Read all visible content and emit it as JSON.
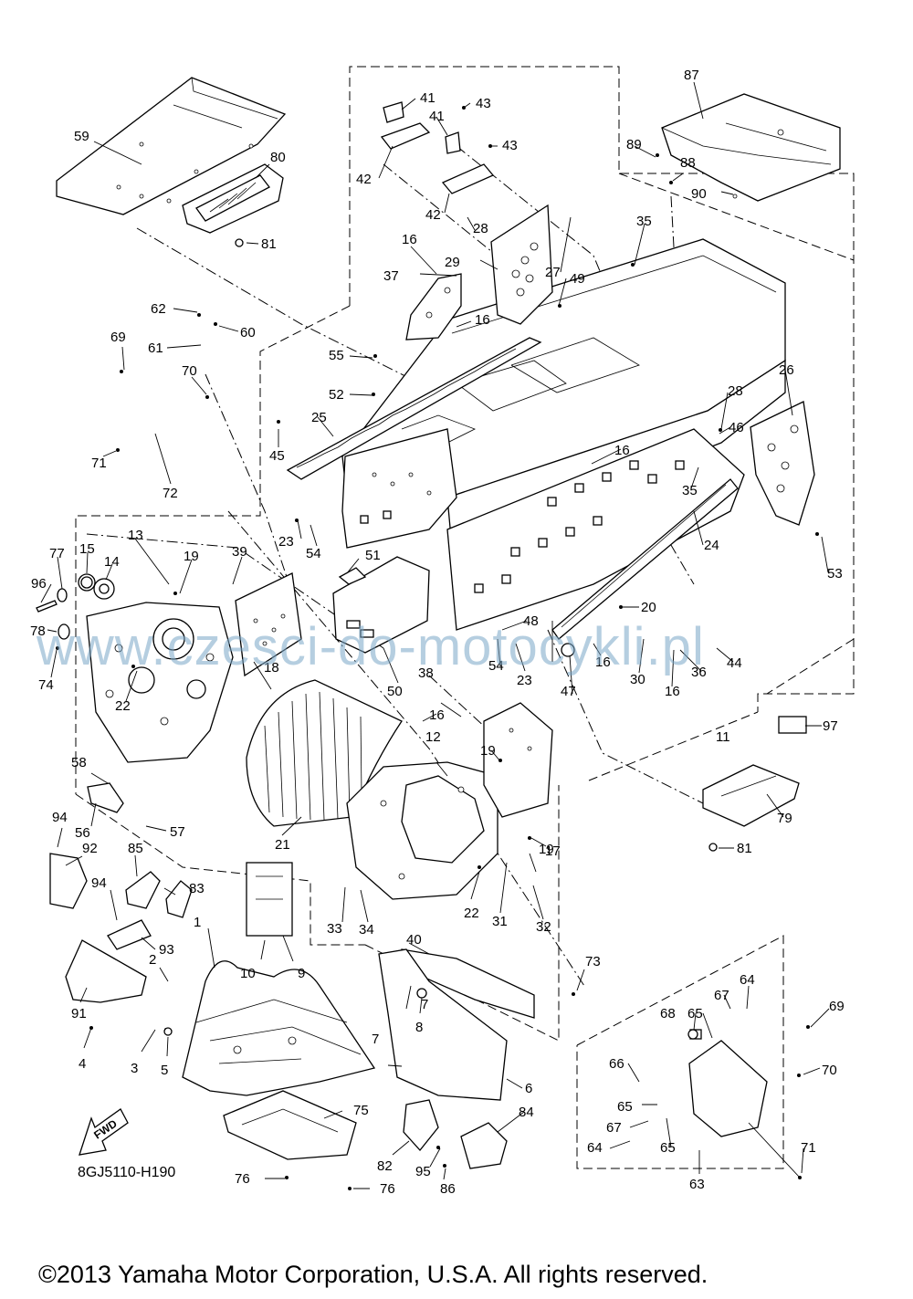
{
  "diagram": {
    "drawing_code": "8GJ5110-H190",
    "copyright": "©2013 Yamaha Motor Corporation, U.S.A. All rights reserved.",
    "watermark": "www.czesci-do-motocykli.pl",
    "fwd_label": "FWD",
    "callouts": [
      "1",
      "2",
      "3",
      "4",
      "5",
      "6",
      "7",
      "7",
      "8",
      "9",
      "10",
      "11",
      "12",
      "13",
      "14",
      "15",
      "16",
      "16",
      "16",
      "16",
      "16",
      "16",
      "17",
      "18",
      "19",
      "19",
      "19",
      "20",
      "21",
      "22",
      "22",
      "23",
      "23",
      "24",
      "25",
      "26",
      "27",
      "28",
      "28",
      "29",
      "30",
      "31",
      "32",
      "33",
      "34",
      "35",
      "35",
      "36",
      "37",
      "38",
      "39",
      "40",
      "41",
      "41",
      "42",
      "42",
      "43",
      "43",
      "44",
      "45",
      "46",
      "47",
      "48",
      "49",
      "50",
      "51",
      "52",
      "53",
      "54",
      "54",
      "55",
      "56",
      "57",
      "58",
      "59",
      "60",
      "61",
      "62",
      "63",
      "64",
      "64",
      "65",
      "65",
      "65",
      "66",
      "67",
      "67",
      "68",
      "69",
      "69",
      "70",
      "70",
      "71",
      "71",
      "72",
      "73",
      "74",
      "75",
      "76",
      "76",
      "77",
      "78",
      "79",
      "80",
      "81",
      "81",
      "82",
      "83",
      "84",
      "85",
      "86",
      "87",
      "88",
      "89",
      "90",
      "91",
      "92",
      "93",
      "94",
      "94",
      "95",
      "96",
      "97"
    ]
  }
}
